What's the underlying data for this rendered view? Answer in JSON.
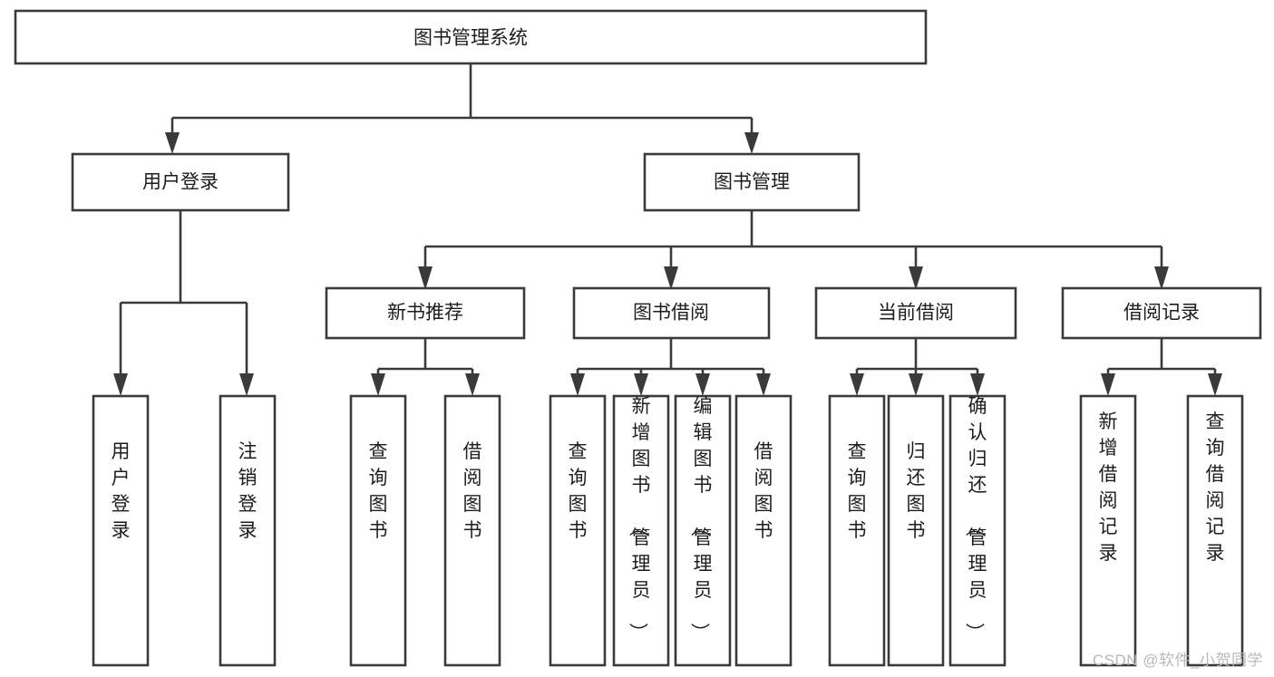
{
  "diagram": {
    "type": "tree",
    "title": "图书管理系统",
    "watermark": "CSDN @软件_小贺同学",
    "colors": {
      "stroke": "#3a3a3a",
      "fill": "#ffffff",
      "text": "#1d1d1d",
      "watermark": "#b9b9b9"
    },
    "root": {
      "label": "图书管理系统",
      "orientation": "horizontal"
    },
    "level2": [
      {
        "label": "用户登录",
        "orientation": "horizontal"
      },
      {
        "label": "图书管理",
        "orientation": "horizontal"
      }
    ],
    "level3": [
      {
        "label": "新书推荐",
        "orientation": "horizontal"
      },
      {
        "label": "图书借阅",
        "orientation": "horizontal"
      },
      {
        "label": "当前借阅",
        "orientation": "horizontal"
      },
      {
        "label": "借阅记录",
        "orientation": "horizontal"
      }
    ],
    "leaves": {
      "user_login": [
        {
          "label": "用户登录",
          "orientation": "vertical"
        },
        {
          "label": "注销登录",
          "orientation": "vertical"
        }
      ],
      "new_book_recommend": [
        {
          "label": "查询图书",
          "orientation": "vertical"
        },
        {
          "label": "借阅图书",
          "orientation": "vertical"
        }
      ],
      "book_borrow": [
        {
          "label": "查询图书",
          "orientation": "vertical"
        },
        {
          "label": "新增图书（管理员）",
          "orientation": "vertical"
        },
        {
          "label": "编辑图书（管理员）",
          "orientation": "vertical"
        },
        {
          "label": "借阅图书",
          "orientation": "vertical"
        }
      ],
      "current_borrow": [
        {
          "label": "查询图书",
          "orientation": "vertical"
        },
        {
          "label": "归还图书",
          "orientation": "vertical"
        },
        {
          "label": "确认归还（管理员）",
          "orientation": "vertical"
        }
      ],
      "borrow_record": [
        {
          "label": "新增借阅记录",
          "orientation": "vertical"
        },
        {
          "label": "查询借阅记录",
          "orientation": "vertical"
        }
      ]
    }
  }
}
